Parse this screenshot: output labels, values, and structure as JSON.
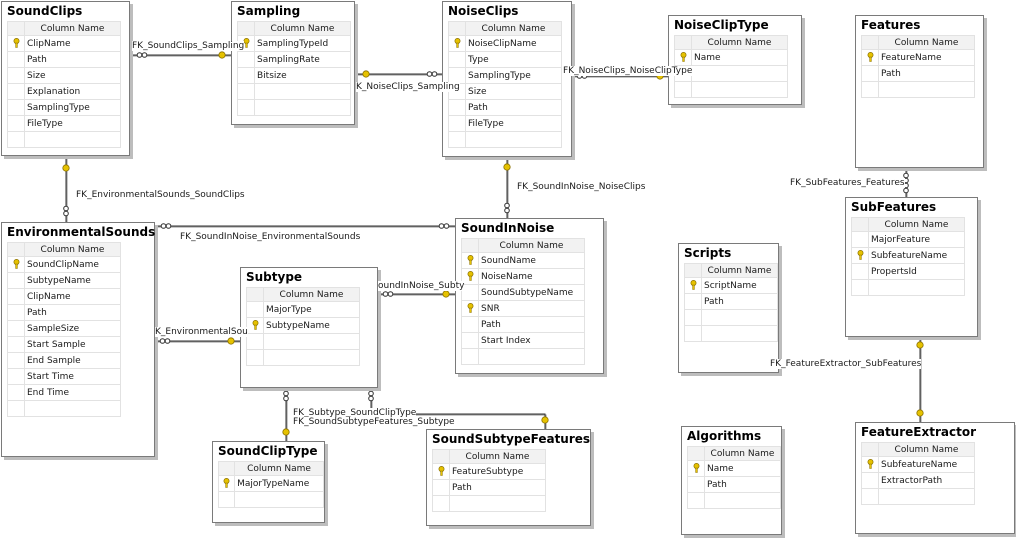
{
  "diagram": {
    "column_header": "Column Name",
    "tables": [
      {
        "id": "soundclips",
        "name": "SoundClips",
        "columns": [
          {
            "name": "ClipName",
            "pk": true
          },
          {
            "name": "Path",
            "pk": false
          },
          {
            "name": "Size",
            "pk": false
          },
          {
            "name": "Explanation",
            "pk": false
          },
          {
            "name": "SamplingType",
            "pk": false
          },
          {
            "name": "FileType",
            "pk": false
          }
        ]
      },
      {
        "id": "sampling",
        "name": "Sampling",
        "columns": [
          {
            "name": "SamplingTypeId",
            "pk": true
          },
          {
            "name": "SamplingRate",
            "pk": false
          },
          {
            "name": "Bitsize",
            "pk": false
          }
        ]
      },
      {
        "id": "noiseclips",
        "name": "NoiseClips",
        "columns": [
          {
            "name": "NoiseClipName",
            "pk": true
          },
          {
            "name": "Type",
            "pk": false
          },
          {
            "name": "SamplingType",
            "pk": false
          },
          {
            "name": "Size",
            "pk": false
          },
          {
            "name": "Path",
            "pk": false
          },
          {
            "name": "FileType",
            "pk": false
          }
        ]
      },
      {
        "id": "noiseclipType",
        "name": "NoiseClipType",
        "columns": [
          {
            "name": "Name",
            "pk": true
          }
        ]
      },
      {
        "id": "features",
        "name": "Features",
        "columns": [
          {
            "name": "FeatureName",
            "pk": true
          },
          {
            "name": "Path",
            "pk": false
          }
        ]
      },
      {
        "id": "environmentalsounds",
        "name": "EnvironmentalSounds",
        "columns": [
          {
            "name": "SoundClipName",
            "pk": true
          },
          {
            "name": "SubtypeName",
            "pk": false
          },
          {
            "name": "ClipName",
            "pk": false
          },
          {
            "name": "Path",
            "pk": false
          },
          {
            "name": "SampleSize",
            "pk": false
          },
          {
            "name": "Start Sample",
            "pk": false
          },
          {
            "name": "End Sample",
            "pk": false
          },
          {
            "name": "Start Time",
            "pk": false
          },
          {
            "name": "End Time",
            "pk": false
          }
        ]
      },
      {
        "id": "subtype",
        "name": "Subtype",
        "columns": [
          {
            "name": "MajorType",
            "pk": false
          },
          {
            "name": "SubtypeName",
            "pk": true
          }
        ]
      },
      {
        "id": "soundinnoise",
        "name": "SoundInNoise",
        "columns": [
          {
            "name": "SoundName",
            "pk": true
          },
          {
            "name": "NoiseName",
            "pk": true
          },
          {
            "name": "SoundSubtypeName",
            "pk": false
          },
          {
            "name": "SNR",
            "pk": true
          },
          {
            "name": "Path",
            "pk": false
          },
          {
            "name": "Start Index",
            "pk": false
          }
        ]
      },
      {
        "id": "scripts",
        "name": "Scripts",
        "columns": [
          {
            "name": "ScriptName",
            "pk": true
          },
          {
            "name": "Path",
            "pk": false
          }
        ]
      },
      {
        "id": "subfeatures",
        "name": "SubFeatures",
        "columns": [
          {
            "name": "MajorFeature",
            "pk": false
          },
          {
            "name": "SubfeatureName",
            "pk": true
          },
          {
            "name": "PropertsId",
            "pk": false
          }
        ]
      },
      {
        "id": "soundcliptype",
        "name": "SoundClipType",
        "columns": [
          {
            "name": "MajorTypeName",
            "pk": true
          }
        ]
      },
      {
        "id": "soundsubtypefeatures",
        "name": "SoundSubtypeFeatures",
        "columns": [
          {
            "name": "FeatureSubtype",
            "pk": true
          },
          {
            "name": "Path",
            "pk": false
          }
        ]
      },
      {
        "id": "algorithms",
        "name": "Algorithms",
        "columns": [
          {
            "name": "Name",
            "pk": true
          },
          {
            "name": "Path",
            "pk": false
          }
        ]
      },
      {
        "id": "featureextractor",
        "name": "FeatureExtractor",
        "columns": [
          {
            "name": "SubfeatureName",
            "pk": true
          },
          {
            "name": "ExtractorPath",
            "pk": false
          }
        ]
      }
    ],
    "relationships": [
      {
        "id": "r1",
        "label": "FK_SoundClips_Sampling"
      },
      {
        "id": "r2",
        "label": "K_NoiseClips_Sampling"
      },
      {
        "id": "r3",
        "label": "FK_NoiseClips_NoiseClipType"
      },
      {
        "id": "r4",
        "label": "FK_EnvironmentalSounds_SoundClips"
      },
      {
        "id": "r5",
        "label": "FK_SoundInNoise_NoiseClips"
      },
      {
        "id": "r6",
        "label": "FK_SoundInNoise_EnvironmentalSounds"
      },
      {
        "id": "r7",
        "label": "K_EnvironmentalSou"
      },
      {
        "id": "r8",
        "label": "oundInNoise_Subty"
      },
      {
        "id": "r9",
        "label": "FK_SubFeatures_Features"
      },
      {
        "id": "r10",
        "label": "FK_FeatureExtractor_SubFeatures"
      },
      {
        "id": "r11",
        "label": "FK_Subtype_SoundClipType"
      },
      {
        "id": "r12",
        "label": "FK_SoundSubtypeFeatures_Subtype"
      }
    ],
    "colors": {
      "key": "#e6c200",
      "line": "#333333",
      "border": "#7a7a7a"
    }
  }
}
